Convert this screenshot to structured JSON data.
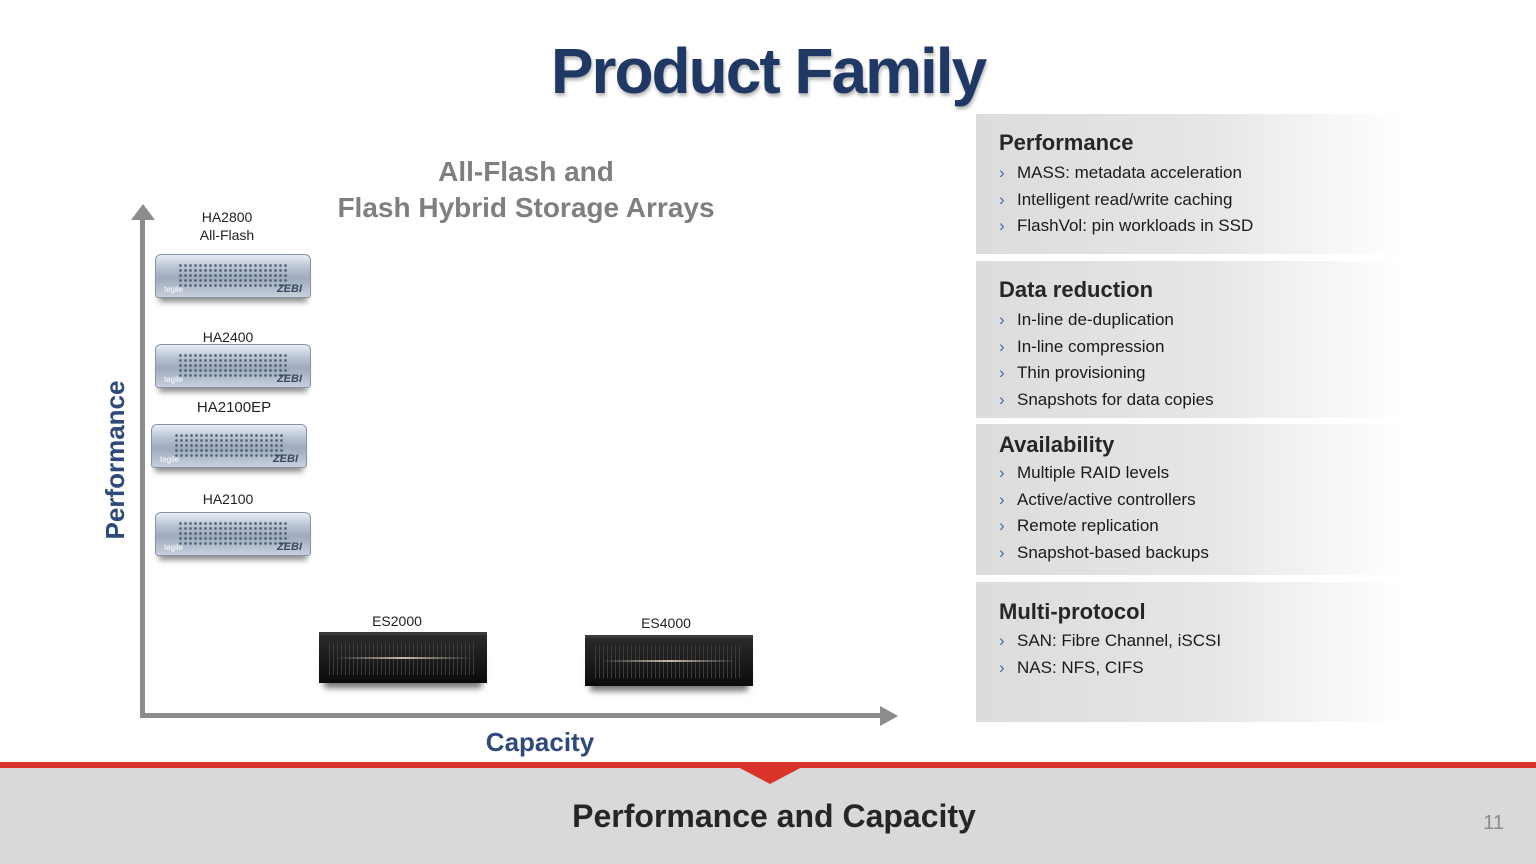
{
  "slide": {
    "title": "Product Family",
    "page_number": "11",
    "footer_title": "Performance and Capacity"
  },
  "diagram": {
    "heading_line1": "All-Flash and",
    "heading_line2": "Flash Hybrid Storage Arrays",
    "y_axis_label": "Performance",
    "x_axis_label": "Capacity",
    "products": [
      {
        "name": "HA2800",
        "sub": "All-Flash"
      },
      {
        "name": "HA2400"
      },
      {
        "name": "HA2100EP"
      },
      {
        "name": "HA2100"
      },
      {
        "name": "ES2000"
      },
      {
        "name": "ES4000"
      }
    ],
    "server_branding": {
      "brand": "tegile",
      "logo": "ZEBI"
    }
  },
  "features": [
    {
      "heading": "Performance",
      "items": [
        "MASS: metadata acceleration",
        "Intelligent read/write caching",
        "FlashVol: pin workloads in SSD"
      ]
    },
    {
      "heading": "Data reduction",
      "items": [
        "In-line de-duplication",
        "In-line compression",
        "Thin provisioning",
        "Snapshots for data copies"
      ]
    },
    {
      "heading": "Availability",
      "items": [
        "Multiple RAID levels",
        "Active/active controllers",
        "Remote replication",
        "Snapshot-based backups"
      ]
    },
    {
      "heading": "Multi-protocol",
      "items": [
        "SAN: Fibre Channel, iSCSI",
        "NAS: NFS, CIFS"
      ]
    }
  ],
  "colors": {
    "title": "#1f3864",
    "accent_red": "#d9332a",
    "axis": "#8c8c8c",
    "bullet": "#3c6fb0"
  },
  "icons": {
    "bullet": "chevron-right-icon"
  }
}
